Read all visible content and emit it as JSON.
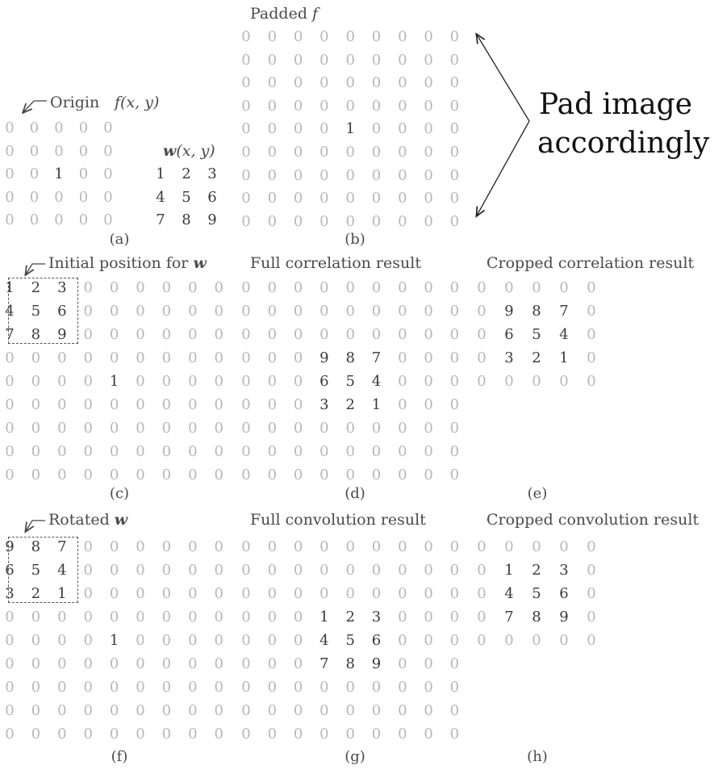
{
  "labels": {
    "padded": "Padded",
    "padded_var": "f",
    "origin": "Origin",
    "f_xy": "f(x, y)",
    "w_xy_var": "w",
    "w_xy_args": "(x, y)",
    "initial_position": "Initial position for",
    "initial_var": "w",
    "full_correlation": "Full correlation result",
    "cropped_correlation": "Cropped correlation result",
    "rotated": "Rotated",
    "rotated_var": "w",
    "full_convolution": "Full convolution result",
    "cropped_convolution": "Cropped convolution result",
    "pad_line1": "Pad image",
    "pad_line2": "accordingly"
  },
  "captions": [
    "(a)",
    "(b)",
    "(c)",
    "(d)",
    "(e)",
    "(f)",
    "(g)",
    "(h)"
  ],
  "grids": {
    "a": [
      [
        0,
        0,
        0,
        0,
        0
      ],
      [
        0,
        0,
        0,
        0,
        0
      ],
      [
        0,
        0,
        1,
        0,
        0
      ],
      [
        0,
        0,
        0,
        0,
        0
      ],
      [
        0,
        0,
        0,
        0,
        0
      ]
    ],
    "w": [
      [
        1,
        2,
        3
      ],
      [
        4,
        5,
        6
      ],
      [
        7,
        8,
        9
      ]
    ],
    "b": [
      [
        0,
        0,
        0,
        0,
        0,
        0,
        0,
        0,
        0
      ],
      [
        0,
        0,
        0,
        0,
        0,
        0,
        0,
        0,
        0
      ],
      [
        0,
        0,
        0,
        0,
        0,
        0,
        0,
        0,
        0
      ],
      [
        0,
        0,
        0,
        0,
        0,
        0,
        0,
        0,
        0
      ],
      [
        0,
        0,
        0,
        0,
        1,
        0,
        0,
        0,
        0
      ],
      [
        0,
        0,
        0,
        0,
        0,
        0,
        0,
        0,
        0
      ],
      [
        0,
        0,
        0,
        0,
        0,
        0,
        0,
        0,
        0
      ],
      [
        0,
        0,
        0,
        0,
        0,
        0,
        0,
        0,
        0
      ],
      [
        0,
        0,
        0,
        0,
        0,
        0,
        0,
        0,
        0
      ]
    ],
    "c": [
      [
        1,
        2,
        3,
        0,
        0,
        0,
        0,
        0,
        0
      ],
      [
        4,
        5,
        6,
        0,
        0,
        0,
        0,
        0,
        0
      ],
      [
        7,
        8,
        9,
        0,
        0,
        0,
        0,
        0,
        0
      ],
      [
        0,
        0,
        0,
        0,
        0,
        0,
        0,
        0,
        0
      ],
      [
        0,
        0,
        0,
        0,
        1,
        0,
        0,
        0,
        0
      ],
      [
        0,
        0,
        0,
        0,
        0,
        0,
        0,
        0,
        0
      ],
      [
        0,
        0,
        0,
        0,
        0,
        0,
        0,
        0,
        0
      ],
      [
        0,
        0,
        0,
        0,
        0,
        0,
        0,
        0,
        0
      ],
      [
        0,
        0,
        0,
        0,
        0,
        0,
        0,
        0,
        0
      ]
    ],
    "d": [
      [
        0,
        0,
        0,
        0,
        0,
        0,
        0,
        0,
        0
      ],
      [
        0,
        0,
        0,
        0,
        0,
        0,
        0,
        0,
        0
      ],
      [
        0,
        0,
        0,
        0,
        0,
        0,
        0,
        0,
        0
      ],
      [
        0,
        0,
        0,
        9,
        8,
        7,
        0,
        0,
        0
      ],
      [
        0,
        0,
        0,
        6,
        5,
        4,
        0,
        0,
        0
      ],
      [
        0,
        0,
        0,
        3,
        2,
        1,
        0,
        0,
        0
      ],
      [
        0,
        0,
        0,
        0,
        0,
        0,
        0,
        0,
        0
      ],
      [
        0,
        0,
        0,
        0,
        0,
        0,
        0,
        0,
        0
      ],
      [
        0,
        0,
        0,
        0,
        0,
        0,
        0,
        0,
        0
      ]
    ],
    "e": [
      [
        0,
        0,
        0,
        0,
        0
      ],
      [
        0,
        9,
        8,
        7,
        0
      ],
      [
        0,
        6,
        5,
        4,
        0
      ],
      [
        0,
        3,
        2,
        1,
        0
      ],
      [
        0,
        0,
        0,
        0,
        0
      ]
    ],
    "f": [
      [
        9,
        8,
        7,
        0,
        0,
        0,
        0,
        0,
        0
      ],
      [
        6,
        5,
        4,
        0,
        0,
        0,
        0,
        0,
        0
      ],
      [
        3,
        2,
        1,
        0,
        0,
        0,
        0,
        0,
        0
      ],
      [
        0,
        0,
        0,
        0,
        0,
        0,
        0,
        0,
        0
      ],
      [
        0,
        0,
        0,
        0,
        1,
        0,
        0,
        0,
        0
      ],
      [
        0,
        0,
        0,
        0,
        0,
        0,
        0,
        0,
        0
      ],
      [
        0,
        0,
        0,
        0,
        0,
        0,
        0,
        0,
        0
      ],
      [
        0,
        0,
        0,
        0,
        0,
        0,
        0,
        0,
        0
      ],
      [
        0,
        0,
        0,
        0,
        0,
        0,
        0,
        0,
        0
      ]
    ],
    "g": [
      [
        0,
        0,
        0,
        0,
        0,
        0,
        0,
        0,
        0
      ],
      [
        0,
        0,
        0,
        0,
        0,
        0,
        0,
        0,
        0
      ],
      [
        0,
        0,
        0,
        0,
        0,
        0,
        0,
        0,
        0
      ],
      [
        0,
        0,
        0,
        1,
        2,
        3,
        0,
        0,
        0
      ],
      [
        0,
        0,
        0,
        4,
        5,
        6,
        0,
        0,
        0
      ],
      [
        0,
        0,
        0,
        7,
        8,
        9,
        0,
        0,
        0
      ],
      [
        0,
        0,
        0,
        0,
        0,
        0,
        0,
        0,
        0
      ],
      [
        0,
        0,
        0,
        0,
        0,
        0,
        0,
        0,
        0
      ],
      [
        0,
        0,
        0,
        0,
        0,
        0,
        0,
        0,
        0
      ]
    ],
    "h": [
      [
        0,
        0,
        0,
        0,
        0
      ],
      [
        0,
        1,
        2,
        3,
        0
      ],
      [
        0,
        4,
        5,
        6,
        0
      ],
      [
        0,
        7,
        8,
        9,
        0
      ],
      [
        0,
        0,
        0,
        0,
        0
      ]
    ]
  },
  "colors": {
    "zero": "#b8b8b8",
    "value": "#3a3a3a",
    "arrow": "#222222"
  }
}
